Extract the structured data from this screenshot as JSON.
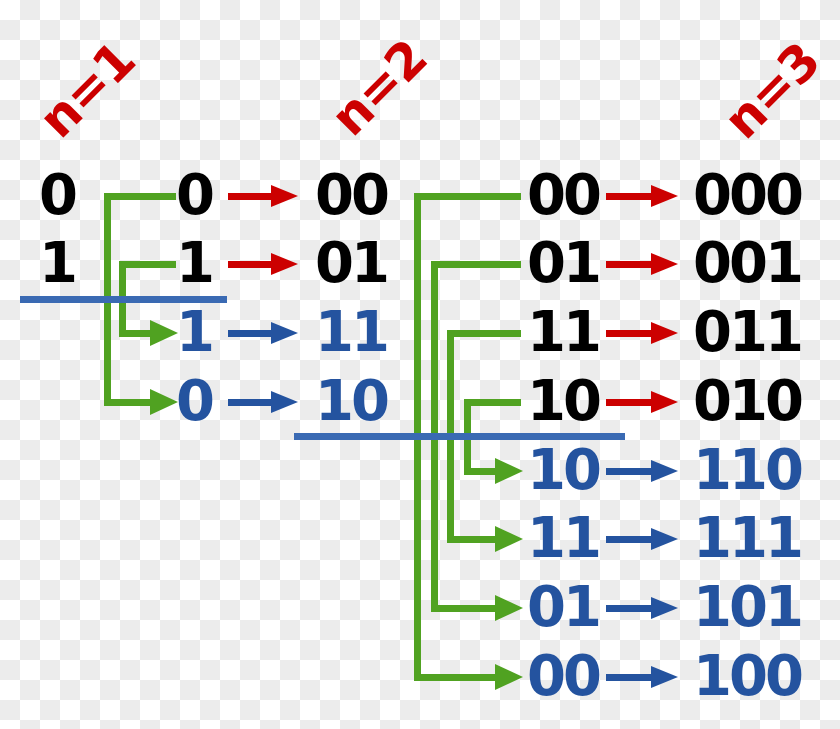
{
  "figure": {
    "column_labels": [
      {
        "text": "n=1"
      },
      {
        "text": "n=2"
      },
      {
        "text": "n=3"
      }
    ],
    "n1_codes": [
      "0",
      "1"
    ],
    "n1_reflected_list": [
      "0",
      "1",
      "1",
      "0"
    ],
    "n2_codes": [
      "00",
      "01",
      "11",
      "10"
    ],
    "n2_reflected_list": [
      "00",
      "01",
      "11",
      "10",
      "10",
      "11",
      "01",
      "00"
    ],
    "n3_codes": [
      "000",
      "001",
      "011",
      "010",
      "110",
      "111",
      "101",
      "100"
    ]
  },
  "colors": {
    "black": "#000000",
    "blue": "#24539f",
    "blue_line": "#3a6ab3",
    "red": "#cc0000",
    "green": "#50a221",
    "checker_white": "#ffffff",
    "checker_gray": "#ececec"
  }
}
